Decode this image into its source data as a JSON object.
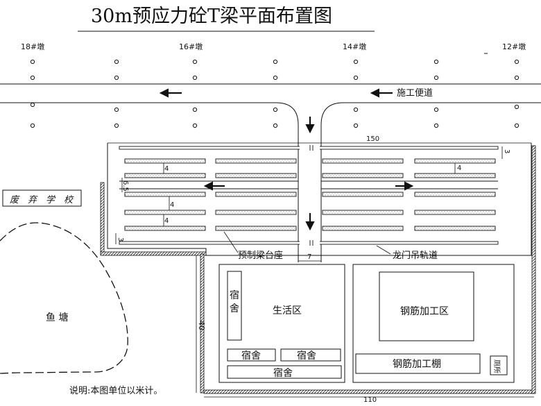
{
  "title": "30m预应力砼T梁平面布置图",
  "piers": [
    {
      "id": "p18",
      "label": "18#墩"
    },
    {
      "id": "p16",
      "label": "16#墩"
    },
    {
      "id": "p14",
      "label": "14#墩"
    },
    {
      "id": "p12",
      "label": "12#墩"
    }
  ],
  "road_label": "施工便道",
  "abandoned_school": [
    "废",
    "弃",
    "学",
    "校"
  ],
  "fish_pond": "鱼  塘",
  "dims": {
    "top_width": "150",
    "bottom_width": "110",
    "side_height": "40",
    "road_gap": "7",
    "d3_top": "3",
    "d3_bottom": "3",
    "d4_a": "4",
    "d4_b": "4",
    "d4_c": "4",
    "d4_d": "4",
    "d65": "6.5"
  },
  "labels": {
    "precast_base": "预制梁台座",
    "gantry_track": "龙门吊轨道",
    "dorm_vertical": "宿舍",
    "living_area": "生活区",
    "dorm_1": "宿舍",
    "dorm_2": "宿舍",
    "dorm_3": "宿舍",
    "rebar_area": "钢筋加工区",
    "rebar_shed": "钢筋加工棚",
    "toilet": "厕所"
  },
  "note": "说明:本图单位以米计。",
  "colors": {
    "line": "#111111",
    "fill": "#ffffff"
  }
}
